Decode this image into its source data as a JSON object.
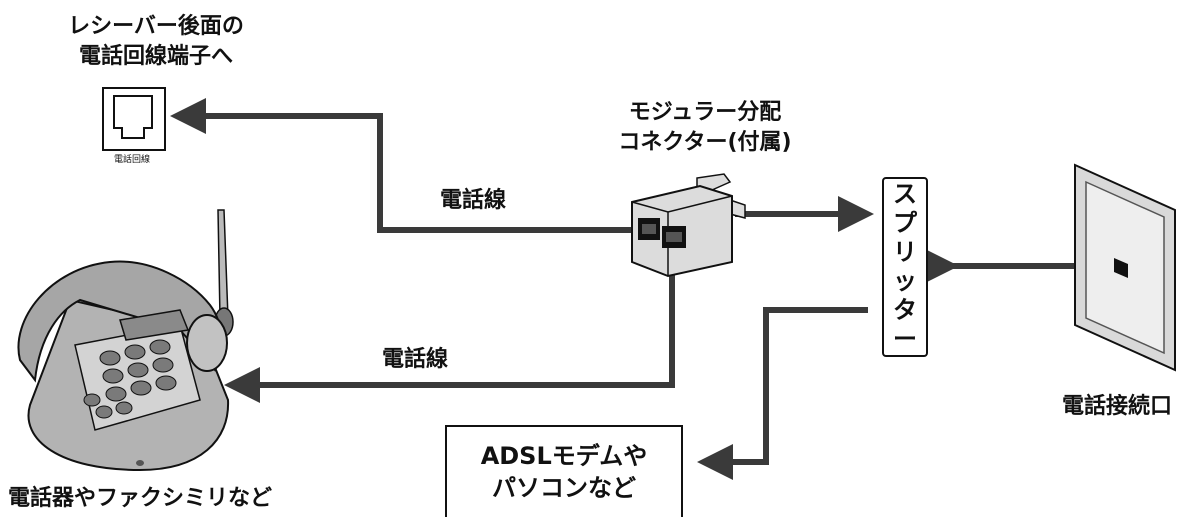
{
  "labels": {
    "receiver_line1": "レシーバー後面の",
    "receiver_line2": "電話回線端子へ",
    "jack_small": "電話回線",
    "modular_line1": "モジュラー分配",
    "modular_line2": "コネクター(付属)",
    "phone_wire_top": "電話線",
    "phone_wire_bottom": "電話線",
    "wall_outlet": "電話接続口",
    "phone_device": "電話器やファクシミリなど",
    "adsl_line1": "ADSLモデムや",
    "adsl_line2": "パソコンなど",
    "splitter_chars": [
      "ス",
      "プ",
      "リ",
      "ッ",
      "タ",
      "ー"
    ]
  },
  "colors": {
    "line": "#3a3a3a",
    "device_body": "#a8a8a8",
    "device_dark": "#6b6b6b",
    "wall_plate": "#d0d0d0"
  }
}
